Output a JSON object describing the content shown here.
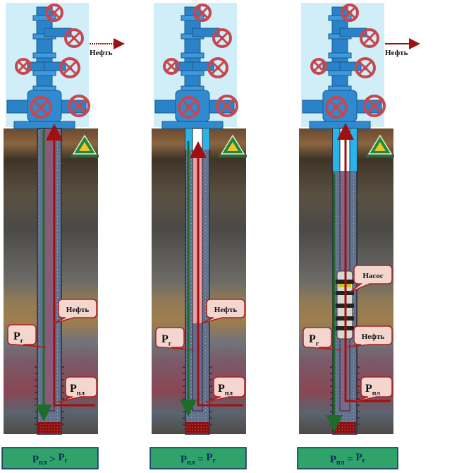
{
  "panels": [
    {
      "id": "flowing",
      "outflow_label": "Нефть",
      "oil_label": "Нефть",
      "pump_label": "",
      "pg_label": {
        "main": "P",
        "sub": "г"
      },
      "ppl_label": {
        "main": "P",
        "sub": "пл"
      },
      "caption": {
        "left_main": "P",
        "left_sub": "пл",
        "op": " > ",
        "right_main": "P",
        "right_sub": "г"
      }
    },
    {
      "id": "static",
      "outflow_label": "",
      "oil_label": "Нефть",
      "pump_label": "",
      "pg_label": {
        "main": "P",
        "sub": "г"
      },
      "ppl_label": {
        "main": "P",
        "sub": "пл"
      },
      "caption": {
        "left_main": "P",
        "left_sub": "пл",
        "op": " = ",
        "right_main": "P",
        "right_sub": "г"
      }
    },
    {
      "id": "pumped",
      "outflow_label": "Нефть",
      "oil_label": "Нефть",
      "pump_label": "Насос",
      "pg_label": {
        "main": "P",
        "sub": "г"
      },
      "ppl_label": {
        "main": "P",
        "sub": "пл"
      },
      "caption": {
        "left_main": "P",
        "left_sub": "пл",
        "op": " = ",
        "right_main": "P",
        "right_sub": "г"
      }
    }
  ],
  "colors": {
    "sky": "#cfeef7",
    "wellhead": "#2a83c9",
    "wheel": "#c8474f",
    "caption_bg": "#2fa36a",
    "caption_border": "#0d2a66",
    "caption_text": "#0d2a66",
    "callout_fill": "#f3d6cd",
    "callout_border": "#b02020",
    "arrow_red": "#a01010",
    "arrow_green": "#1f6b2a",
    "tubing_water": "#2ab3e8",
    "tubing_oil": "#e8a0a0"
  }
}
